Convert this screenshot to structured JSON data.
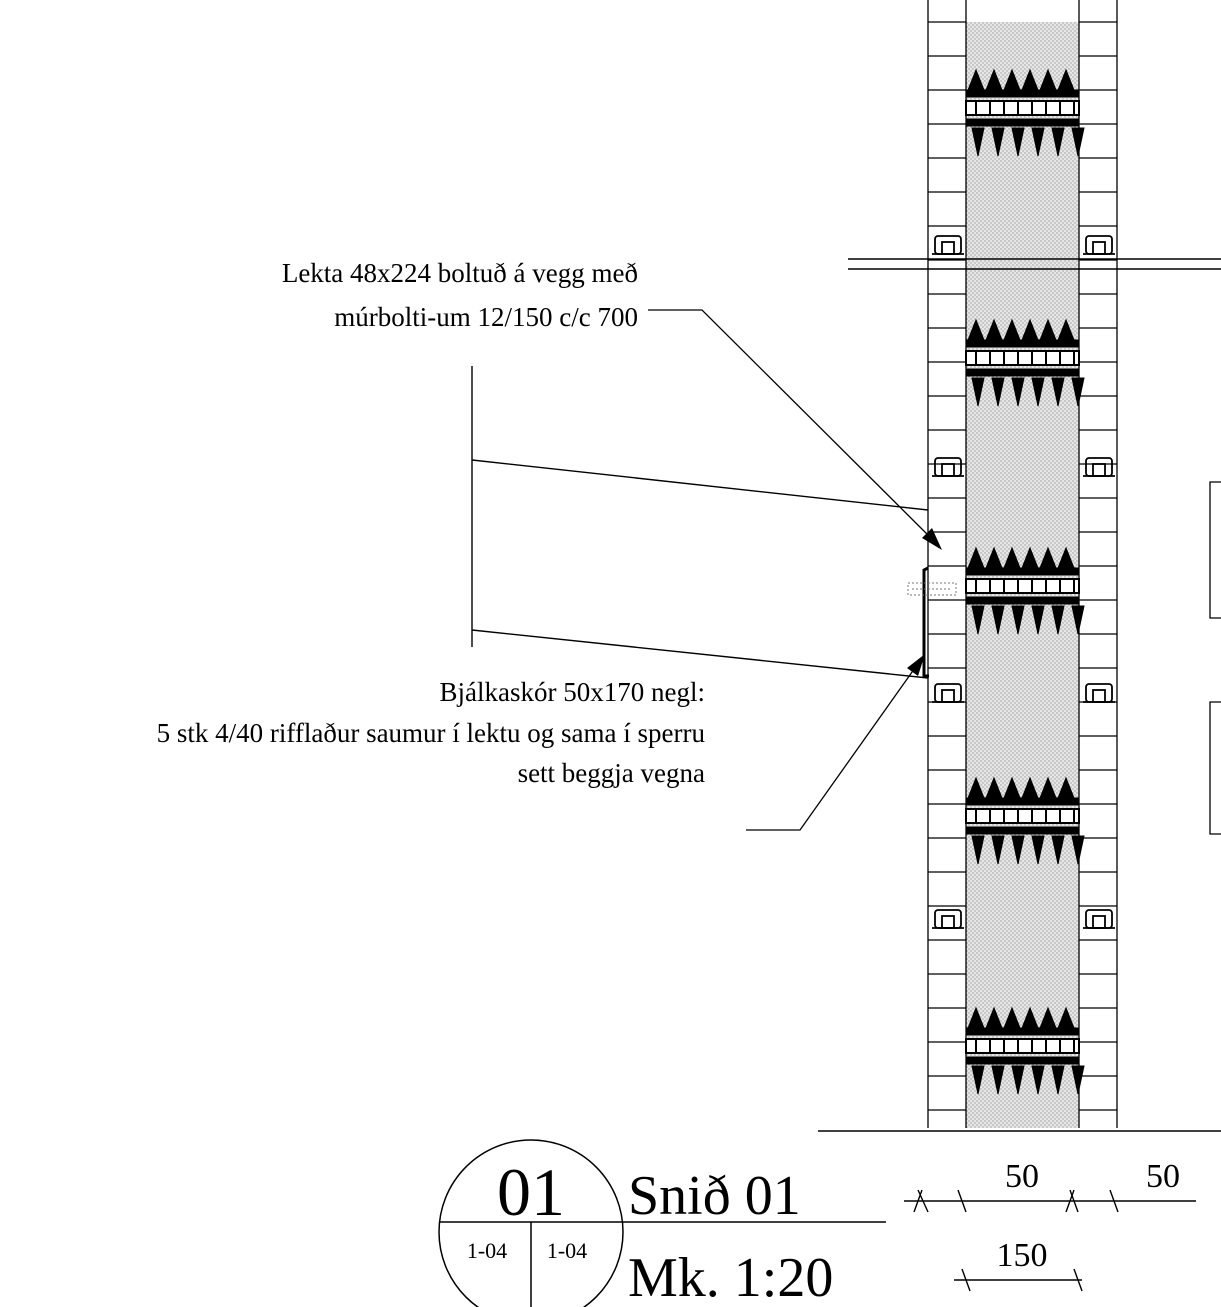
{
  "annotations": {
    "lekta_line1": "Lekta 48x224 boltuð á vegg með",
    "lekta_line2": "múrbolti-um 12/150 c/c 700",
    "hanger_line1": "Bjálkaskór 50x170 negl:",
    "hanger_line2": "5 stk 4/40 rifflaður saumur í lektu og sama í sperru",
    "hanger_line3": "sett beggja vegna"
  },
  "title_block": {
    "detail_number": "01",
    "sheet_ref_left": "1-04",
    "sheet_ref_right": "1-04",
    "title": "Snið 01",
    "scale": "Mk. 1:20"
  },
  "dimensions": {
    "leaf_left": "50",
    "leaf_right": "50",
    "insulation": "150"
  },
  "colors": {
    "line": "#000000",
    "insulation_fill": "#d9d9d9"
  }
}
